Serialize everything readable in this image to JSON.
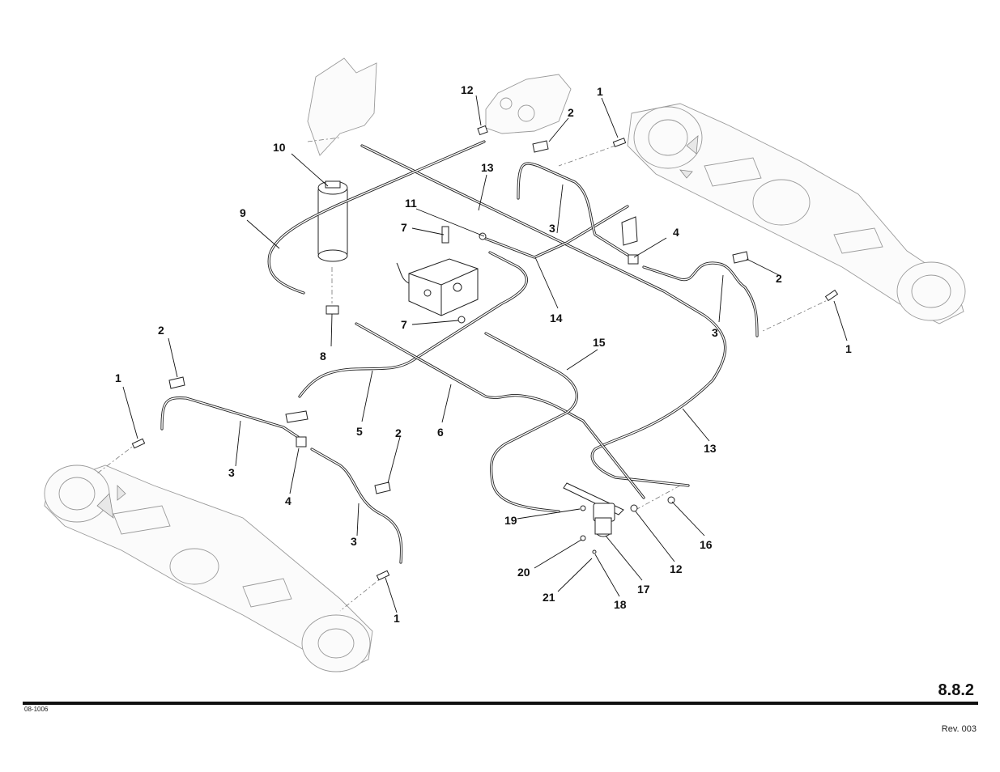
{
  "callouts": [
    {
      "id": "c1a",
      "text": "1"
    },
    {
      "id": "c1b",
      "text": "1"
    },
    {
      "id": "c1c",
      "text": "1"
    },
    {
      "id": "c1d",
      "text": "1"
    },
    {
      "id": "c2a",
      "text": "2"
    },
    {
      "id": "c2b",
      "text": "2"
    },
    {
      "id": "c2c",
      "text": "2"
    },
    {
      "id": "c2d",
      "text": "2"
    },
    {
      "id": "c3a",
      "text": "3"
    },
    {
      "id": "c3b",
      "text": "3"
    },
    {
      "id": "c3c",
      "text": "3"
    },
    {
      "id": "c3d",
      "text": "3"
    },
    {
      "id": "c4a",
      "text": "4"
    },
    {
      "id": "c4b",
      "text": "4"
    },
    {
      "id": "c5",
      "text": "5"
    },
    {
      "id": "c6",
      "text": "6"
    },
    {
      "id": "c7a",
      "text": "7"
    },
    {
      "id": "c7b",
      "text": "7"
    },
    {
      "id": "c8",
      "text": "8"
    },
    {
      "id": "c9",
      "text": "9"
    },
    {
      "id": "c10",
      "text": "10"
    },
    {
      "id": "c11",
      "text": "11"
    },
    {
      "id": "c12a",
      "text": "12"
    },
    {
      "id": "c12b",
      "text": "12"
    },
    {
      "id": "c13a",
      "text": "13"
    },
    {
      "id": "c13b",
      "text": "13"
    },
    {
      "id": "c14",
      "text": "14"
    },
    {
      "id": "c15",
      "text": "15"
    },
    {
      "id": "c16",
      "text": "16"
    },
    {
      "id": "c17",
      "text": "17"
    },
    {
      "id": "c18",
      "text": "18"
    },
    {
      "id": "c19",
      "text": "19"
    },
    {
      "id": "c20",
      "text": "20"
    },
    {
      "id": "c21",
      "text": "21"
    }
  ],
  "footer": {
    "page_number": "8.8.2",
    "drawing_number": "08-1006",
    "revision": "Rev. 003"
  }
}
